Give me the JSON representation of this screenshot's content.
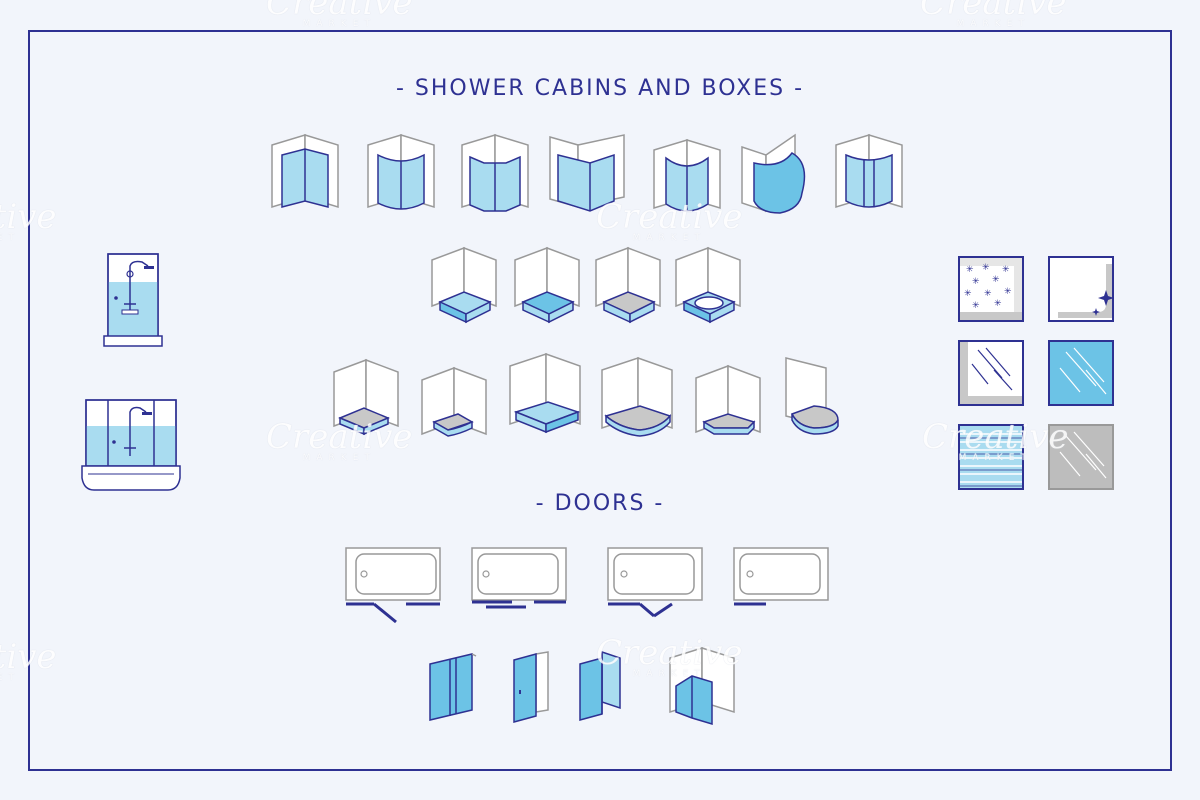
{
  "title_top": "- SHOWER CABINS AND BOXES -",
  "title_doors": "- DOORS -",
  "watermark": {
    "brand": "Creative",
    "sub": "MARKET"
  },
  "colors": {
    "stroke": "#2e3192",
    "glass": "#a9dcf0",
    "glass_dark": "#6cc3e6",
    "grey": "#c8c8c8",
    "bg": "#f2f5fb"
  },
  "icons": {
    "cabins": [
      "corner-cabin-icon",
      "rounded-cabin-icon",
      "angled-cabin-icon",
      "wide-cabin-icon",
      "quadrant-cabin-icon",
      "curved-panel-cabin-icon",
      "neo-angle-cabin-icon"
    ],
    "deep_trays": [
      "square-deep-tray-icon",
      "square-tray-icon",
      "flat-tray-icon",
      "round-drain-tray-icon"
    ],
    "low_trays": [
      "rect-low-tray-icon",
      "square-low-tray-icon",
      "long-tray-icon",
      "quadrant-tray-icon",
      "pentagon-tray-icon",
      "round-tray-icon"
    ],
    "tubs": [
      "bathtub-swing-door-icon",
      "bathtub-sliding-door-icon",
      "bathtub-bifold-door-icon",
      "bathtub-fixed-panel-icon"
    ],
    "doors": [
      "sliding-door-icon",
      "hinged-door-icon",
      "corner-door-icon",
      "folding-door-icon"
    ],
    "cabins_side": [
      "steam-shower-cabin-icon",
      "shower-bath-cabin-icon"
    ],
    "textures": [
      "frosted-star-glass-icon",
      "clear-sparkle-glass-icon",
      "clear-glass-icon",
      "tinted-blue-glass-icon",
      "striped-glass-icon",
      "grey-glass-icon"
    ]
  }
}
